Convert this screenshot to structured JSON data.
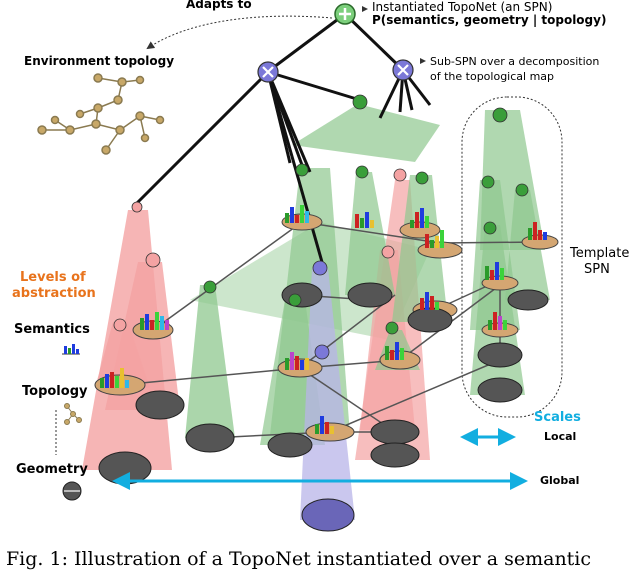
{
  "labels": {
    "adapts_to": "Adapts to",
    "instantiated_line1": "Instantiated TopoNet (an SPN)",
    "instantiated_line2": "P(semantics, geometry | topology)",
    "environment_topology": "Environment topology",
    "sub_spn_line1": "Sub-SPN over a decomposition",
    "sub_spn_line2": "of the topological map",
    "levels_line1": "Levels of",
    "levels_line2": "abstraction",
    "semantics": "Semantics",
    "topology": "Topology",
    "geometry": "Geometry",
    "template_line1": "Template",
    "template_line2": "SPN",
    "scales": "Scales",
    "local": "Local",
    "global": "Global",
    "caption": "Fig. 1: Illustration of a TopoNet instantiated over a semantic"
  },
  "colors": {
    "orange": "#e8731c",
    "cyan": "#12aee0",
    "red_cone": "#f4a3a3",
    "green_cone": "#8fc88f",
    "blue_cone": "#b8b4e8",
    "disk": "#d4a672",
    "node_green": "#3a9e3a",
    "node_blue": "#7b78d8"
  },
  "icons": [
    "sum-node-icon",
    "product-node-icon",
    "topology-graph-icon",
    "bar-chart-icon",
    "laser-scan-icon",
    "arrow-icon"
  ]
}
